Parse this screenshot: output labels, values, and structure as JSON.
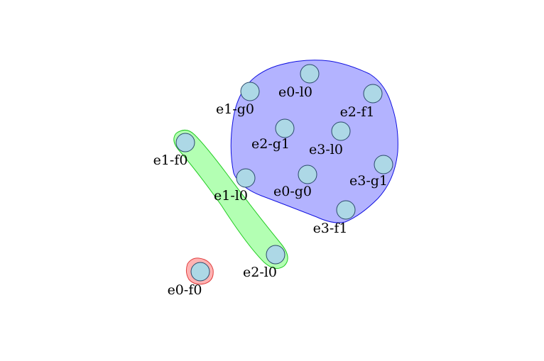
{
  "colors": {
    "background": "#ffffff",
    "node_fill": "#add8e6",
    "node_stroke": "#2b4a6b",
    "group_blue_fill": "#b3b3ff",
    "group_blue_stroke": "#1010e0",
    "group_green_fill": "#b3ffb3",
    "group_green_stroke": "#22cc22",
    "group_red_fill": "#ffb3b3",
    "group_red_stroke": "#e04040"
  },
  "groups": [
    {
      "id": "blue",
      "nodes": [
        "e0-l0",
        "e1-g0",
        "e2-f1",
        "e2-g1",
        "e3-l0",
        "e3-g1",
        "e0-g0",
        "e3-f1"
      ]
    },
    {
      "id": "green",
      "nodes": [
        "e1-f0",
        "e1-l0",
        "e2-l0"
      ]
    },
    {
      "id": "red",
      "nodes": [
        "e0-f0"
      ]
    }
  ],
  "nodes": [
    {
      "id": "e0-l0",
      "label": "e0-l0"
    },
    {
      "id": "e1-g0",
      "label": "e1-g0"
    },
    {
      "id": "e2-f1",
      "label": "e2-f1"
    },
    {
      "id": "e2-g1",
      "label": "e2-g1"
    },
    {
      "id": "e3-l0",
      "label": "e3-l0"
    },
    {
      "id": "e1-f0",
      "label": "e1-f0"
    },
    {
      "id": "e3-g1",
      "label": "e3-g1"
    },
    {
      "id": "e1-l0",
      "label": "e1-l0"
    },
    {
      "id": "e0-g0",
      "label": "e0-g0"
    },
    {
      "id": "e3-f1",
      "label": "e3-f1"
    },
    {
      "id": "e2-l0",
      "label": "e2-l0"
    },
    {
      "id": "e0-f0",
      "label": "e0-f0"
    }
  ]
}
